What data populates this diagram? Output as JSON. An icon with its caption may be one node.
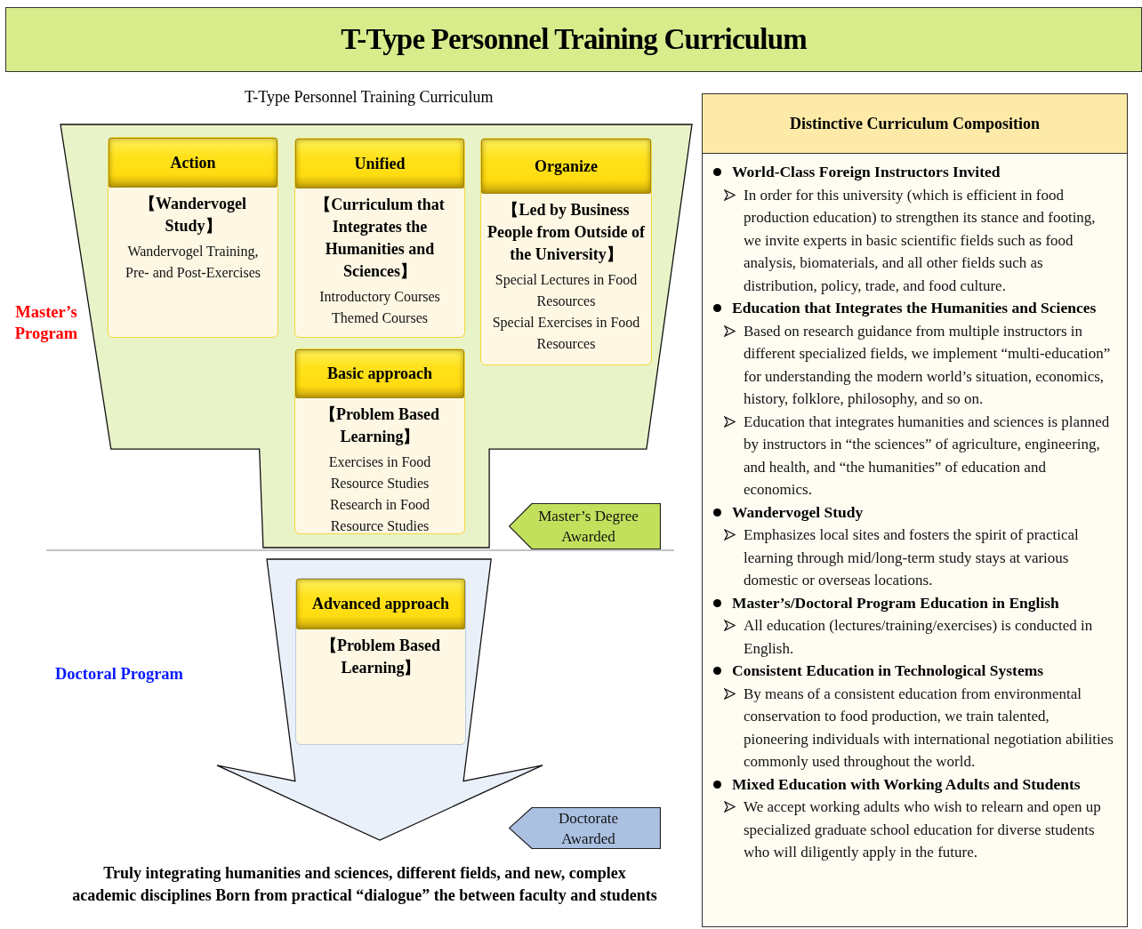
{
  "diagram": {
    "title": "T-Type Personnel Training Curriculum",
    "nodes": [
      {
        "text": [],
        "shape": "trapezoid"
      },
      {
        "text": [
          "Action",
          "【Wandervogel Study】",
          "Wandervogel Training, Pre- and Post-Exercises"
        ],
        "in": 0
      },
      {
        "text": [
          "Unified",
          "【Curriculum that Integrates the Humanities and Sciences】",
          "Introductory Courses",
          "Themed Courses"
        ],
        "in": 0
      },
      {
        "text": [
          "Organize",
          "【Led by Business People from Outside of the University】",
          "Special Lectures in Food Resources",
          "Special Exercises in Food Resources"
        ],
        "in": 0
      },
      {
        "text": [
          "Basic approach",
          "【Problem Based Learning】",
          "Exercises in Food Resource Studies",
          "Research in Food Resource Studies"
        ],
        "in": 0
      },
      {
        "text": [
          "Master’s Degree Awarded"
        ]
      },
      {
        "text": [],
        "shape": "arrow"
      },
      {
        "text": [
          "Advanced approach",
          "【Problem Based Learning】"
        ],
        "in": 6
      },
      {
        "text": [
          "Doctorate Awarded"
        ]
      },
      {
        "text": [
          "Distinctive Curriculum Composition",
          "World-Class Foreign Instructors Invited",
          "In order for this university (which is efficient in food production education) to strengthen its stance and footing, we invite experts in basic scientific fields such as food analysis, biomaterials, and all other fields such as distribution, policy, trade, and food culture.",
          "Education that Integrates the Humanities and Sciences",
          "Based on research guidance from multiple instructors in different specialized fields, we implement “multi-education” for understanding the modern world’s situation, economics, history, folklore, philosophy, and so on.",
          "Education that integrates humanities and sciences is planned by instructors in “the sciences” of agriculture, engineering, and health, and “the humanities” of education and economics.",
          "Wandervogel Study",
          "Emphasizes local sites and fosters the spirit of practical learning through mid/long-term study stays at various domestic or overseas locations.",
          "Master’s/Doctoral Program Education in English",
          "All education (lectures/training/exercises) is conducted in English.",
          "Consistent Education in Technological Systems",
          "By means of a consistent education from environmental conservation to food production, we train talented, pioneering individuals with international negotiation abilities commonly used throughout the world.",
          "Mixed Education with Working Adults and Students",
          "We accept working adults who wish to relearn and open up specialized graduate school education for diverse students who will diligently apply in the future."
        ]
      }
    ],
    "labels": [
      "T-Type Personnel Training Curriculum",
      "Master’s Program",
      "Doctoral Program"
    ],
    "caption": "Truly integrating humanities and sciences, different fields, and new, complex academic disciplines Born from practical “dialogue” the between faculty and students"
  }
}
